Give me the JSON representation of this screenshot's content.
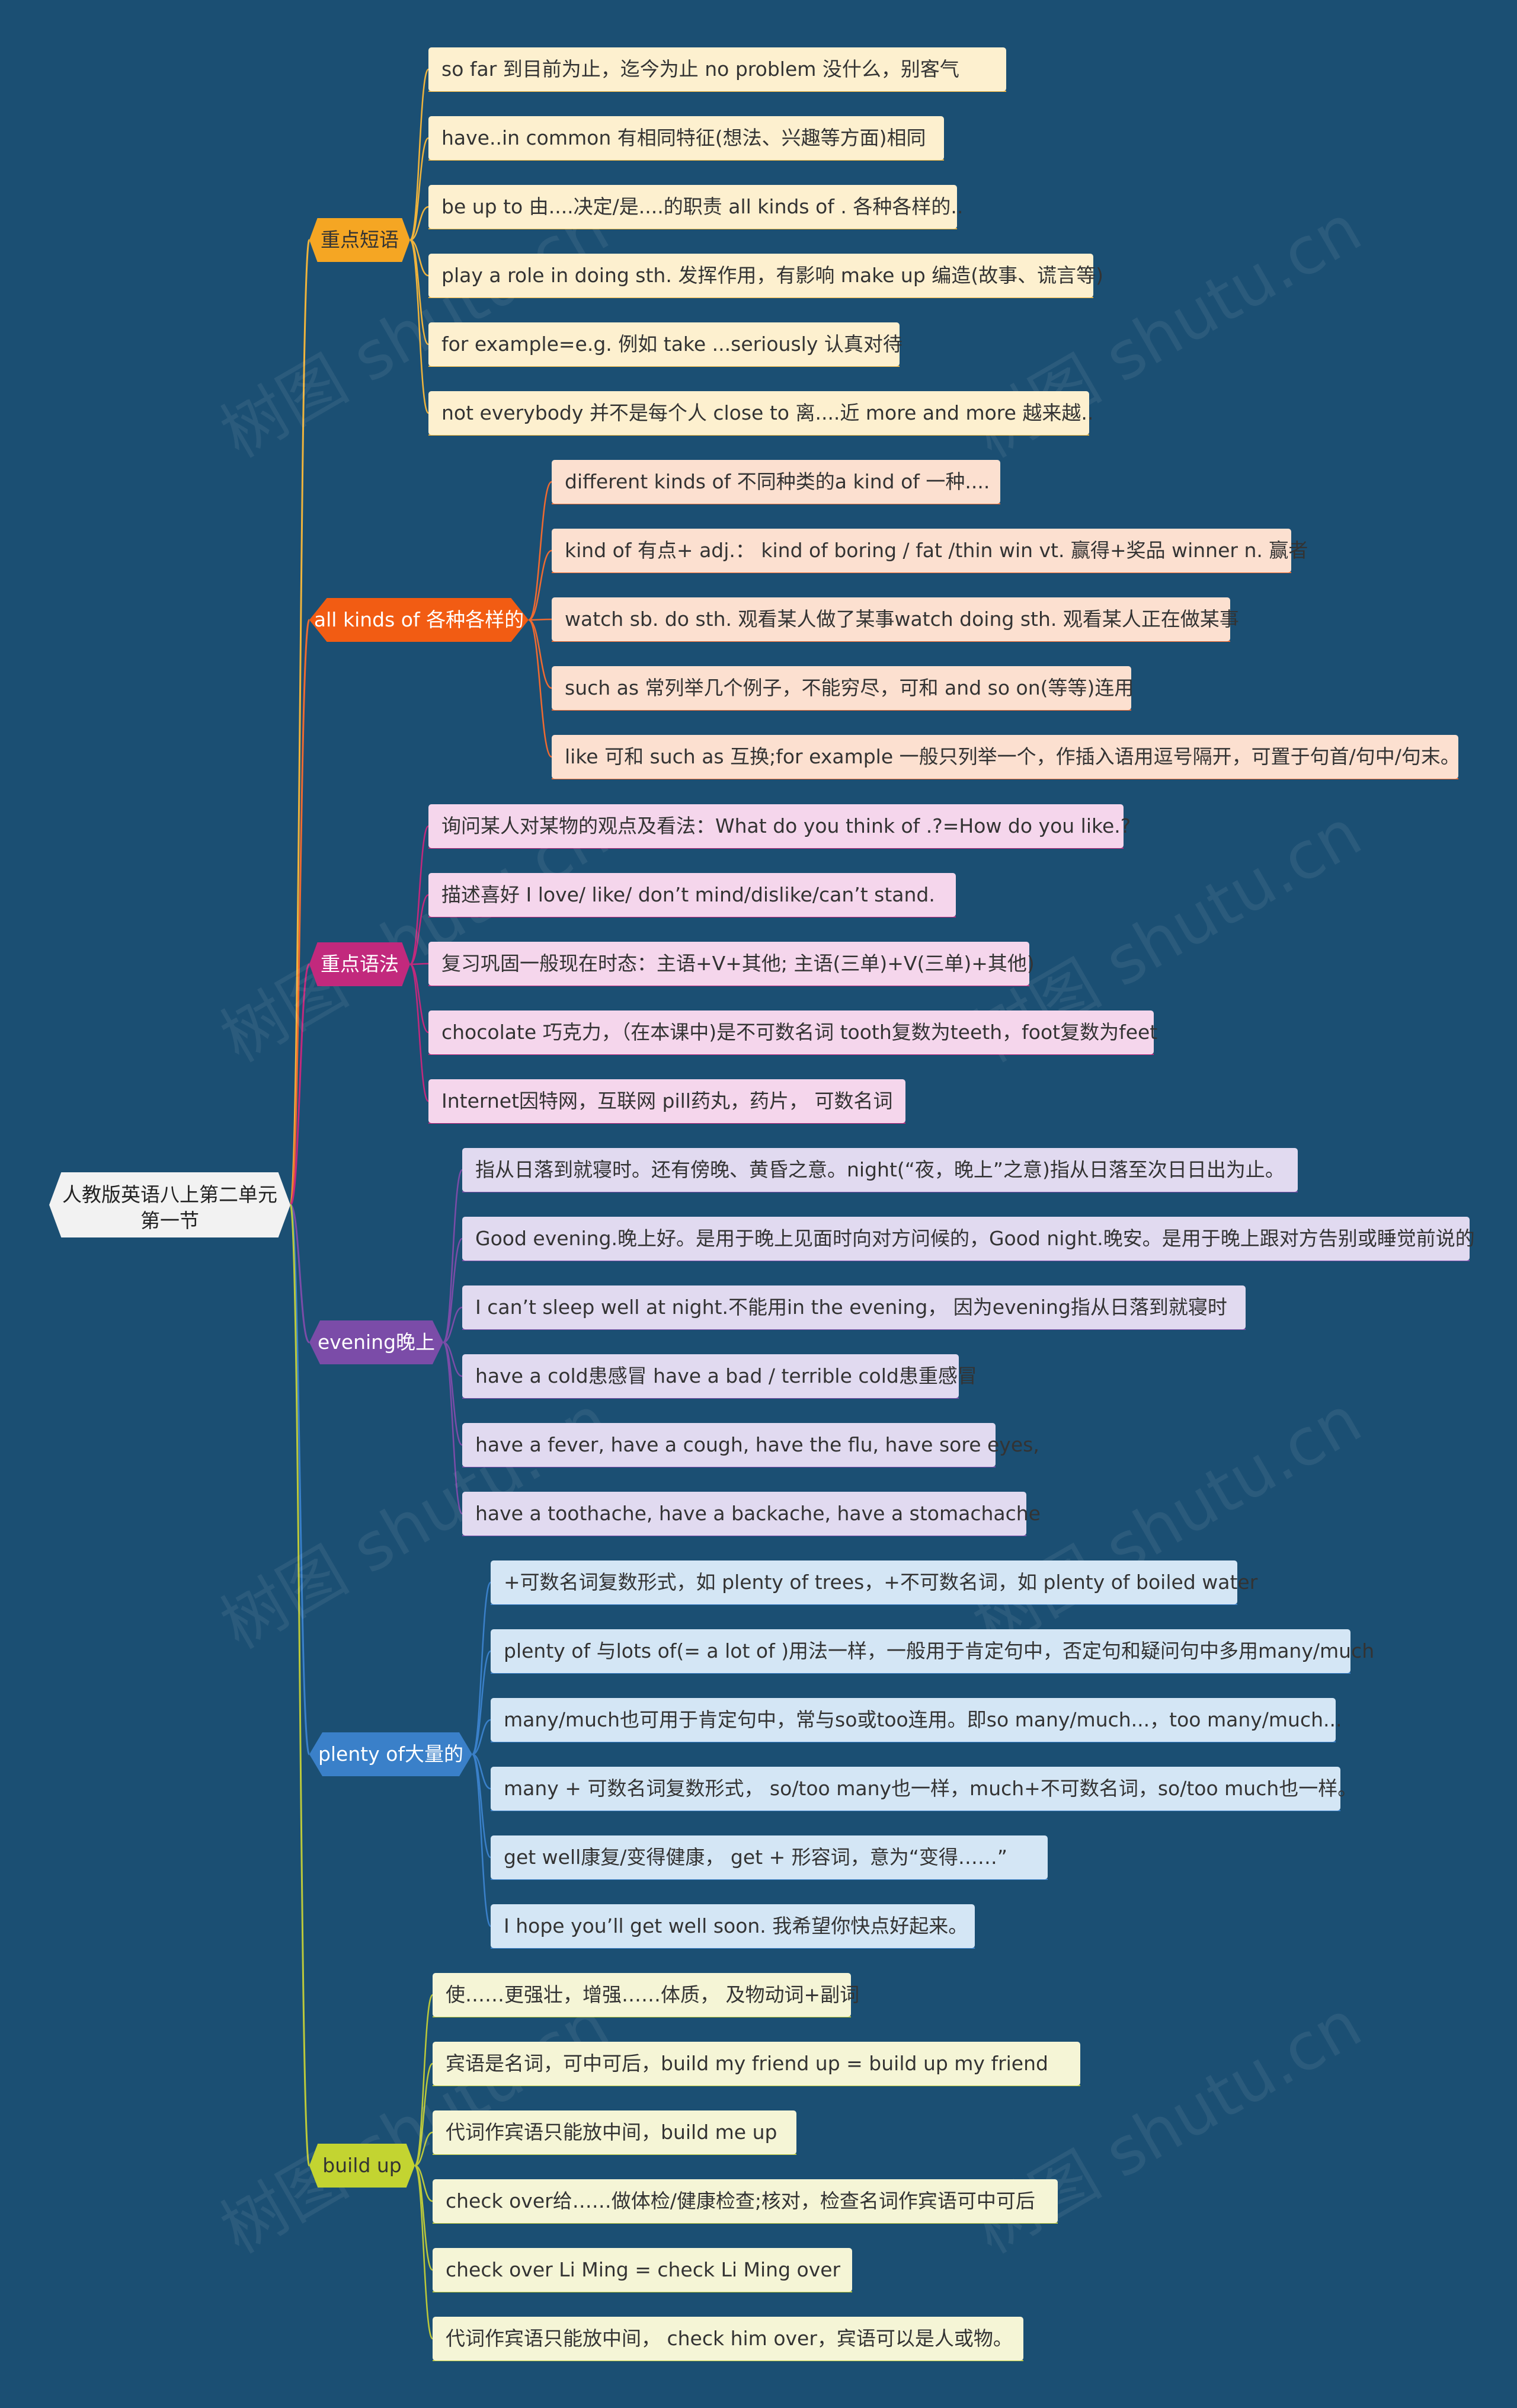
{
  "root": {
    "title_line1": "人教版英语八上第二单元",
    "title_line2": "第一节"
  },
  "watermark": "树图 shutu.cn",
  "branches": [
    {
      "label": "重点短语",
      "bg": "#f5a623",
      "color": "#333333",
      "leaf_bg": "#fdf0cf",
      "line": "#f0b43c",
      "leaves": [
        "so far 到目前为止，迄今为止  no problem 没什么，别客气",
        "have..in common 有相同特征(想法、兴趣等方面)相同",
        "be up to 由....决定/是....的职责  all kinds of . 各种各样的..",
        "play a role in doing  sth. 发挥作用，有影响  make up 编造(故事、谎言等)",
        "for example=e.g. 例如   take ...seriously 认真对待",
        "not everybody 并不是每个人  close to 离....近  more and more 越来越.."
      ]
    },
    {
      "label": "all kinds of 各种各样的",
      "bg": "#f25c13",
      "color": "#ffffff",
      "leaf_bg": "#fce0d0",
      "line": "#f06a30",
      "leaves": [
        "different kinds of 不同种类的a kind of 一种....",
        "kind of 有点+ adj.：  kind of boring / fat /thin  win vt. 赢得+奖品 winner n. 赢者",
        "watch sb. do sth. 观看某人做了某事watch doing sth. 观看某人正在做某事",
        "such as 常列举几个例子，不能穷尽，可和 and so on(等等)连用",
        "like 可和 such as 互换;for example 一般只列举一个，作插入语用逗号隔开，可置于句首/句中/句末。"
      ]
    },
    {
      "label": "重点语法",
      "bg": "#c2297d",
      "color": "#ffffff",
      "leaf_bg": "#f5d6ec",
      "line": "#c2297d",
      "leaves": [
        "询问某人对某物的观点及看法：What do you think of .?=How do you like.?",
        "描述喜好 I love/ like/ don’t mind/dislike/can’t stand.",
        "复习巩固一般现在时态：主语+V+其他; 主语(三单)+V(三单)+其他)",
        "chocolate 巧克力，（在本课中)是不可数名词  tooth复数为teeth，foot复数为feet",
        "Internet因特网，互联网   pill药丸，药片，  可数名词"
      ]
    },
    {
      "label": "evening晚上",
      "bg": "#7b4ca8",
      "color": "#ffffff",
      "leaf_bg": "#e1daf0",
      "line": "#7b4ca8",
      "leaves": [
        "指从日落到就寝时。还有傍晚、黄昏之意。night(“夜，晚上”之意)指从日落至次日日出为止。",
        "Good evening.晚上好。是用于晚上见面时向对方问候的，Good night.晚安。是用于晚上跟对方告别或睡觉前说的",
        "I can’t sleep well at night.不能用in the evening，  因为evening指从日落到就寝时",
        "have a cold患感冒 have a bad / terrible cold患重感冒",
        "have a fever, have a cough, have the flu, have sore eyes,",
        "have a toothache, have a backache, have a stomachache"
      ]
    },
    {
      "label": "plenty of大量的",
      "bg": "#3a80c9",
      "color": "#ffffff",
      "leaf_bg": "#d4e6f5",
      "line": "#3a80c9",
      "leaves": [
        "+可数名词复数形式，如 plenty of trees，+不可数名词，如 plenty of boiled water",
        "plenty of 与lots of(= a lot of )用法一样，一般用于肯定句中，否定句和疑问句中多用many/much",
        "many/much也可用于肯定句中，常与so或too连用。即so many/much...，too many/much...",
        "many + 可数名词复数形式， so/too many也一样，much+不可数名词，so/too much也一样。",
        "get well康复/变得健康， get + 形容词，意为“变得……”",
        "I hope you’ll get well soon. 我希望你快点好起来。"
      ]
    },
    {
      "label": "build up",
      "bg": "#c3d431",
      "color": "#333333",
      "leaf_bg": "#f5f5d6",
      "line": "#bcc93a",
      "leaves": [
        "使……更强壮，增强……体质， 及物动词+副词",
        "宾语是名词，可中可后，build my friend up = build up my friend",
        "代词作宾语只能放中间，build me up",
        "check over给……做体检/健康检查;核对，检查名词作宾语可中可后",
        "check over Li Ming = check Li Ming over",
        "代词作宾语只能放中间，  check him over，宾语可以是人或物。"
      ]
    }
  ]
}
